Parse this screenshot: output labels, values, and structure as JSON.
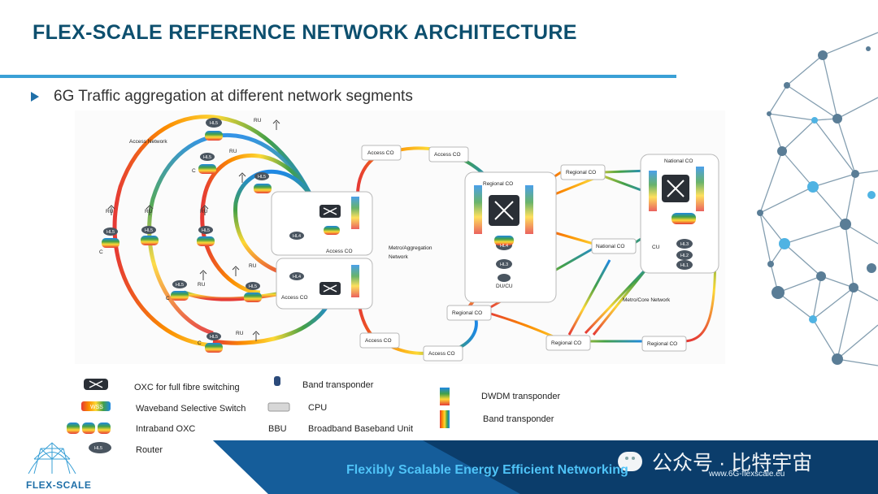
{
  "title": "FLEX-SCALE REFERENCE NETWORK ARCHITECTURE",
  "bullet": "6G Traffic aggregation at different network segments",
  "diagram": {
    "access_network_label": "Access Network",
    "access_co_label": "Access CO",
    "metro_label_line1": "Metro/Aggregation",
    "metro_label_line2": "Network",
    "regional_co_label": "Regional CO",
    "national_co_label": "National CO",
    "metro_core_label": "Metro/Core Network",
    "ru_label": "RU",
    "c_label": "C",
    "hl5_label": "HL5",
    "hl4_label": "HL4",
    "hl3_label": "HL3",
    "hl2_label": "HL2",
    "hl1_label": "HL1",
    "cu_label": "CU",
    "du_cu_label": "DU/CU",
    "wss_label": "WSS"
  },
  "legend": {
    "oxc": "OXC for full fibre switching",
    "wss": "Waveband Selective Switch",
    "intraband": "Intraband OXC",
    "router": "Router",
    "band_transponder_1": "Band transponder",
    "cpu": "CPU",
    "bbu_abbr": "BBU",
    "bbu": "Broadband Baseband Unit",
    "dwdm": "DWDM transponder",
    "band_transponder_2": "Band transponder"
  },
  "footer": {
    "tagline": "Flexibly Scalable Energy Efficient Networking",
    "url": "www.6G-flexscale.eu",
    "logo": "FLEX-SCALE",
    "watermark": "公众号 · 比特宇宙"
  },
  "colors": {
    "title": "#0d4f6e",
    "accent": "#3aa0d6",
    "footer_dark": "#0b3d6b",
    "footer_light": "#1f78c1"
  }
}
